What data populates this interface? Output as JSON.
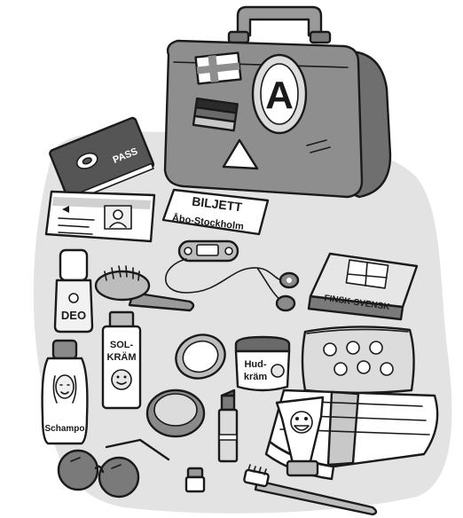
{
  "illustration": {
    "items": {
      "suitcase": {
        "sticker": "A"
      },
      "passport": {
        "label": "PASS"
      },
      "ticket": {
        "title": "BILJETT",
        "route": "Åbo-Stockholm"
      },
      "dictionary": {
        "label": "FINSK-SVENSK"
      },
      "deodorant": {
        "label": "DEO"
      },
      "sunscreen": {
        "line1": "SOL-",
        "line2": "KRÄM"
      },
      "skin_cream": {
        "line1": "Hud-",
        "line2": "kräm"
      },
      "shampoo": {
        "label": "Schampo"
      }
    },
    "colors": {
      "background_blob": "#e3e3e3",
      "suitcase": "#8a8a8a",
      "outline": "#1a1a1a",
      "paper": "#ffffff"
    }
  }
}
